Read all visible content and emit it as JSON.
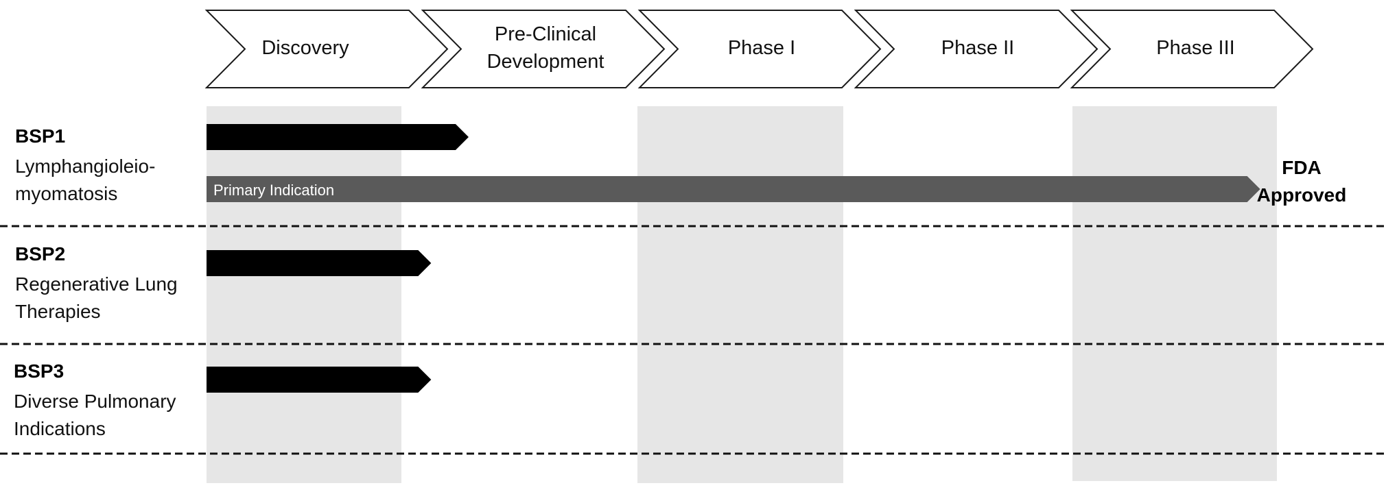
{
  "phases": [
    {
      "label": "Discovery"
    },
    {
      "label": "Pre-Clinical\nDevelopment"
    },
    {
      "label": "Phase I"
    },
    {
      "label": "Phase II"
    },
    {
      "label": "Phase III"
    }
  ],
  "programs": [
    {
      "code": "BSP1",
      "indication": "Lymphangioleio-\nmyomatosis",
      "progress": 0.245,
      "primary_bar": {
        "label": "Primary Indication",
        "progress": 0.985,
        "end_label": "FDA\nApproved"
      }
    },
    {
      "code": "BSP2",
      "indication": "Regenerative Lung\nTherapies",
      "progress": 0.21
    },
    {
      "code": "BSP3",
      "indication": "Diverse Pulmonary\nIndications",
      "progress": 0.21
    }
  ],
  "colors": {
    "progress_bar": "#000000",
    "primary_bar": "#5a5a5a",
    "shading": "#e6e6e6",
    "chevron_stroke": "#1a1a1a"
  }
}
